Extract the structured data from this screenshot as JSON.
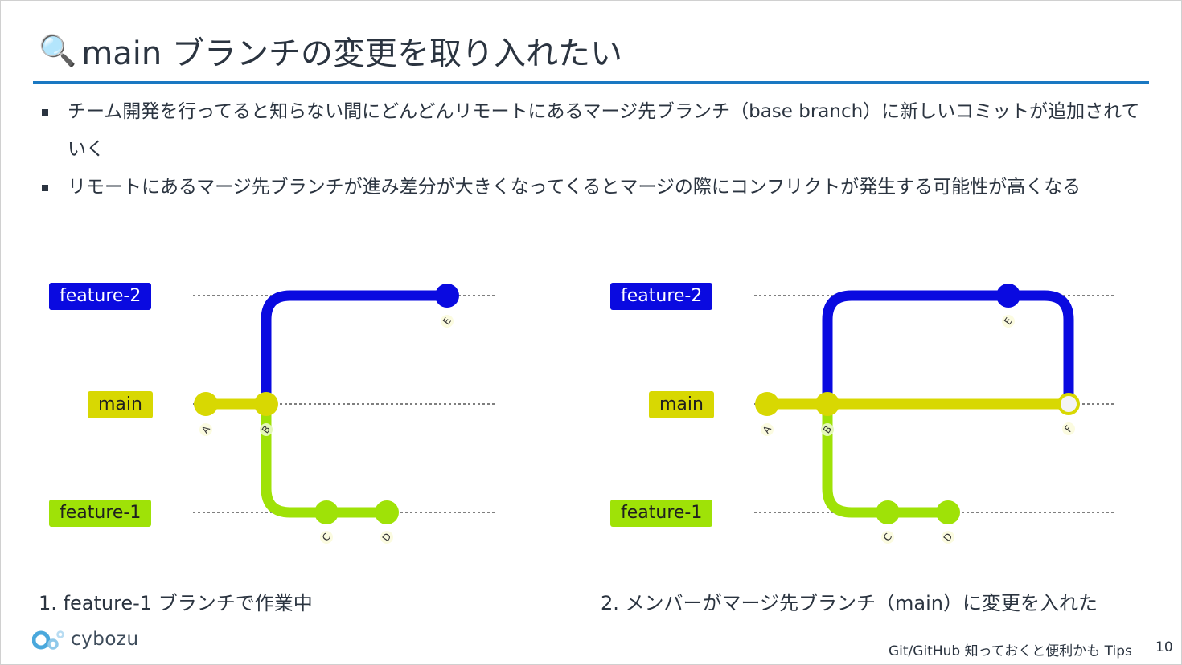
{
  "title": {
    "icon": "magnifier-icon",
    "icon_glyph": "🔍",
    "text": "main ブランチの変更を取り入れたい"
  },
  "bullets": [
    "チーム開発を行ってると知らない間にどんどんリモートにあるマージ先ブランチ（base branch）に新しいコミットが追加されていく",
    "リモートにあるマージ先ブランチが進み差分が大きくなってくるとマージの際にコンフリクトが発生する可能性が高くなる"
  ],
  "colors": {
    "feature2": "#0a0ae0",
    "main": "#d8d802",
    "feature1": "#9fe207",
    "accent_rule": "#1a78c2"
  },
  "branches": {
    "feature2": "feature-2",
    "main": "main",
    "feature1": "feature-1"
  },
  "diagram1": {
    "commits": {
      "A": "A",
      "B": "B",
      "C": "C",
      "D": "D",
      "E": "E"
    },
    "caption": "1. feature-1 ブランチで作業中"
  },
  "diagram2": {
    "commits": {
      "A": "A",
      "B": "B",
      "C": "C",
      "D": "D",
      "E": "E",
      "F": "F"
    },
    "caption": "2. メンバーがマージ先ブランチ（main）に変更を入れた"
  },
  "logo": {
    "text": "cybozu"
  },
  "footer": {
    "deck_title": "Git/GitHub 知っておくと便利かも Tips",
    "page_number": "10"
  }
}
